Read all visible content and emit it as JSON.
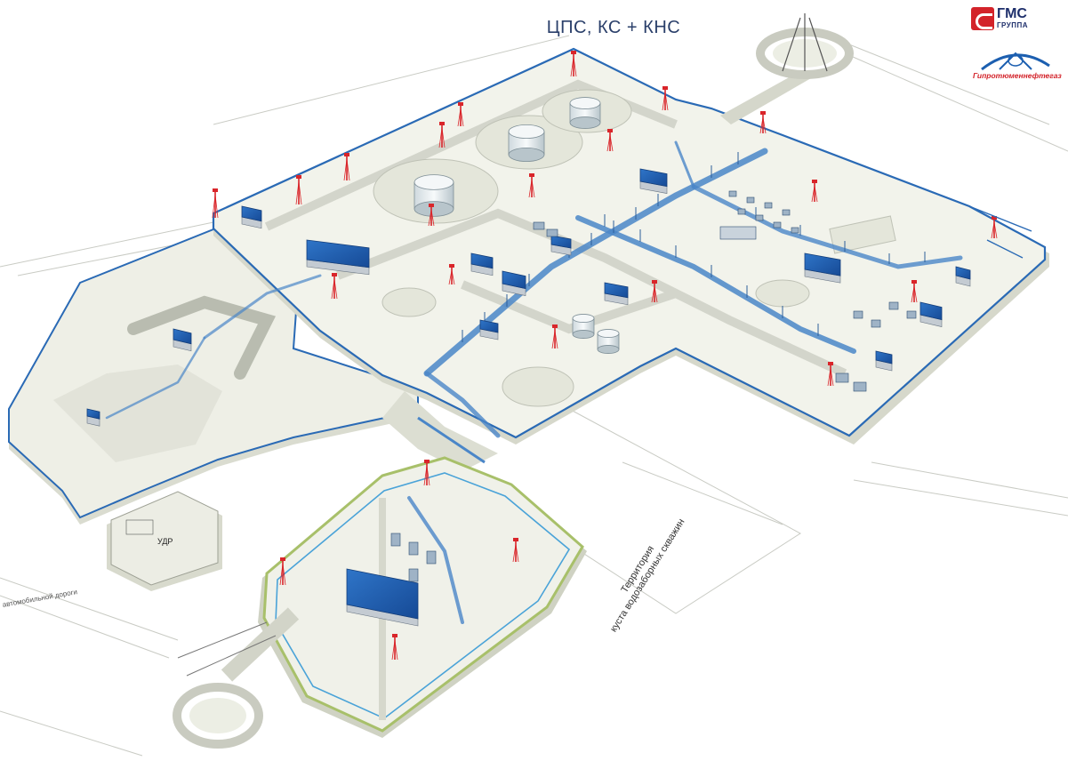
{
  "title": "ЦПС, КС + КНС",
  "logos": {
    "gms_text": "ГМС",
    "gms_subtext": "ГРУППА",
    "gip_text": "Гипротюменнефтегаз",
    "gms_color": "#d3232a",
    "gip_color": "#1c5fb0"
  },
  "labels": {
    "territory": "Территория\nкуста водозаборных скважин",
    "udr": "УДР",
    "road": "автомобильной дороги"
  },
  "colors": {
    "ground": "#f1f1e9",
    "pad": "#e5e7dc",
    "fence": "#2a6ab5",
    "roof": "#1e5db3",
    "tank": "#e8eef0",
    "pipe": "#4a86c8",
    "mast": "#d9252a",
    "green_fence": "#a8c06a"
  }
}
